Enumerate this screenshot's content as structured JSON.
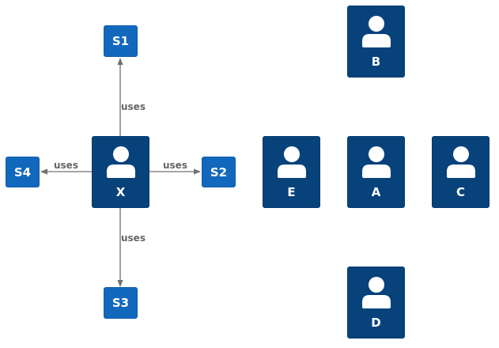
{
  "colors": {
    "person": "#08427b",
    "system": "#1168bd",
    "edge": "#707070",
    "label": "#666666"
  },
  "persons": [
    {
      "id": "X",
      "label": "X"
    },
    {
      "id": "B",
      "label": "B"
    },
    {
      "id": "E",
      "label": "E"
    },
    {
      "id": "A",
      "label": "A"
    },
    {
      "id": "C",
      "label": "C"
    },
    {
      "id": "D",
      "label": "D"
    }
  ],
  "systems": [
    {
      "id": "S1",
      "label": "S1"
    },
    {
      "id": "S2",
      "label": "S2"
    },
    {
      "id": "S3",
      "label": "S3"
    },
    {
      "id": "S4",
      "label": "S4"
    }
  ],
  "edges": [
    {
      "from": "X",
      "to": "S1",
      "label": "uses"
    },
    {
      "from": "X",
      "to": "S2",
      "label": "uses"
    },
    {
      "from": "X",
      "to": "S3",
      "label": "uses"
    },
    {
      "from": "X",
      "to": "S4",
      "label": "uses"
    }
  ]
}
